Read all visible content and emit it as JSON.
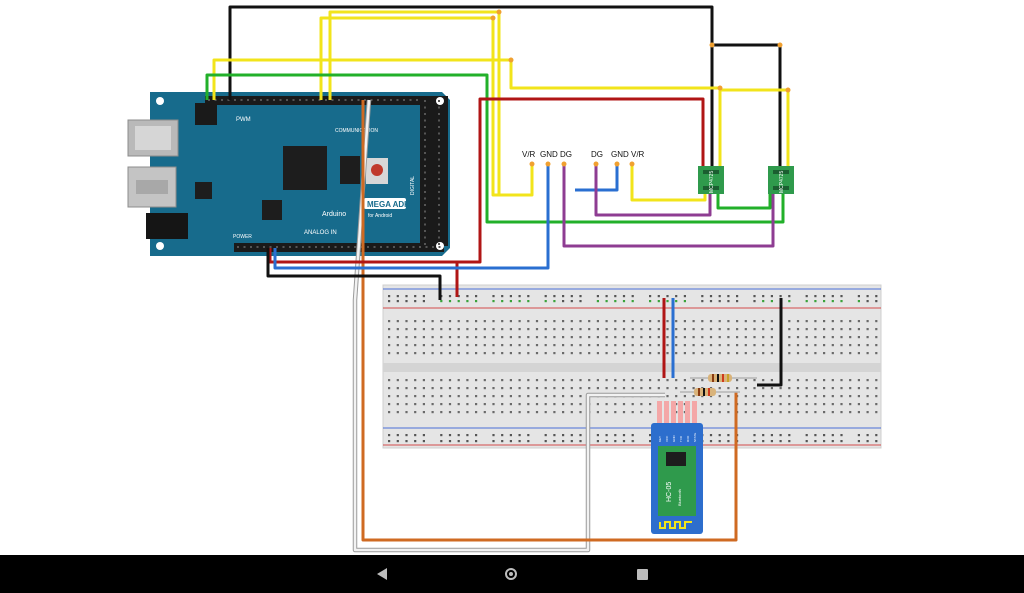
{
  "arduino": {
    "brand": "Arduino",
    "model": "MEGA ADK",
    "subtitle": "for Android",
    "pwm_label": "PWM",
    "comm_label": "COMMUNICATION",
    "analog_label": "ANALOG IN",
    "digital_label": "DIGITAL",
    "power_label": "POWER"
  },
  "joystick_left": {
    "pins": [
      "V/R",
      "GND",
      "DG"
    ]
  },
  "joystick_right": {
    "pins": [
      "DG",
      "GND",
      "V/R"
    ]
  },
  "mcp_left": {
    "label": "MCP4725"
  },
  "mcp_right": {
    "label": "MCP4725"
  },
  "bt_module": {
    "model": "HC-05",
    "brand": "Bluetooth",
    "pins": [
      "KEY",
      "VCC",
      "GND",
      "TXD",
      "RXD",
      "STATE"
    ]
  },
  "colors": {
    "wire_black": "#111111",
    "wire_yellow": "#f2e41b",
    "wire_green": "#22b02a",
    "wire_red": "#b01515",
    "wire_blue": "#2a6fd1",
    "wire_purple": "#8e3c92",
    "wire_orange": "#cf6a22",
    "wire_white": "#e6e6e6",
    "board_teal": "#176b8c",
    "breadboard": "#e5e5e5",
    "module_green": "#2f9a4c",
    "hc05_blue": "#2d6ecd"
  },
  "navbar": {
    "back_icon": "back-triangle-icon",
    "home_icon": "home-circle-icon",
    "recents_icon": "recents-square-icon"
  }
}
